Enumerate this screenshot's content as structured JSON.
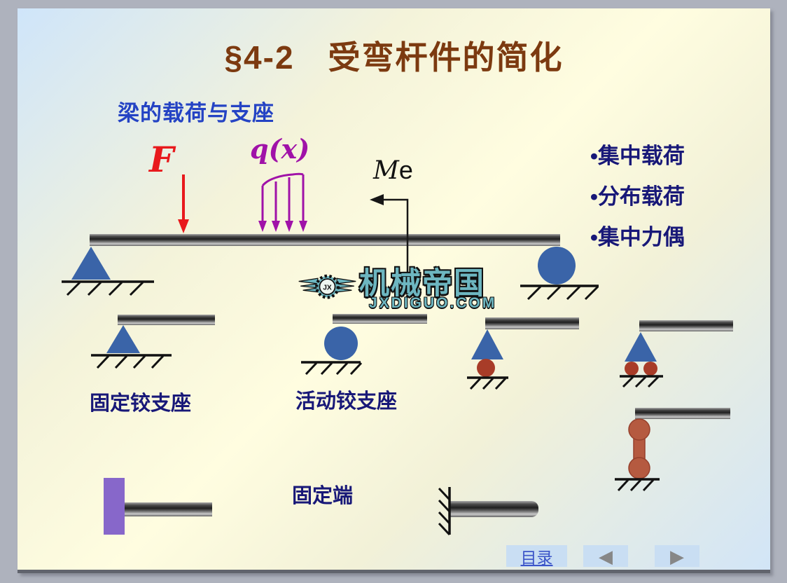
{
  "slide": {
    "title": "§4-2　受弯杆件的简化",
    "subtitle": "梁的载荷与支座",
    "loads": {
      "force": "F",
      "distributed": "q(x)",
      "moment_m": "M",
      "moment_e": "e"
    },
    "bullets": [
      "•集中载荷",
      "•分布载荷",
      "•集中力偶"
    ],
    "support_labels": {
      "fixed_hinge": "固定铰支座",
      "roller": "活动铰支座",
      "fixed_end": "固定端"
    },
    "watermark": {
      "brand": "机械帝国",
      "site": "JXDIGUO.COM",
      "initials": "JX"
    },
    "nav": {
      "toc": "目录",
      "prev": "◀",
      "next": "▶"
    },
    "colors": {
      "title": "#7c3a10",
      "subtitle": "#2443c4",
      "text_navy": "#181878",
      "force_red": "#e8191c",
      "distributed_purple": "#a012a8",
      "support_blue": "#3a64a8",
      "roller_red": "#a83c28",
      "link_red": "#b55a40",
      "wall_purple": "#8767ca",
      "watermark_teal": "#6db6c0",
      "button_blue": "#c9def3"
    }
  }
}
